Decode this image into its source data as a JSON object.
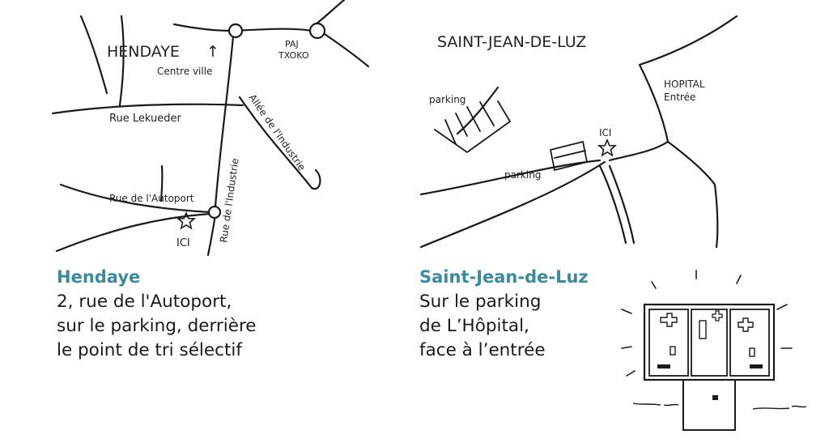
{
  "colors": {
    "accent": "#3a8ba0",
    "ink": "#1a1a1a"
  },
  "hendaye_map": {
    "town": "HENDAYE",
    "arrow": "↑",
    "centre": "Centre ville",
    "paj_1": "PAJ",
    "paj_2": "TXOKO",
    "street_lekueder": "Rue Lekueder",
    "street_allee": "Allée de l'Industrie",
    "street_industrie": "Rue de l'Industrie",
    "street_autoport": "Rue de l'Autoport",
    "here": "ICI"
  },
  "sjdl_map": {
    "town": "SAINT-JEAN-DE-LUZ",
    "parking_top": "parking",
    "parking_bottom": "parking",
    "hopital_1": "HOPITAL",
    "hopital_2": "Entrée",
    "here": "ICI"
  },
  "hendaye_caption": {
    "title": "Hendaye",
    "lines": [
      "2, rue de l'Autoport,",
      "sur le parking, derrière",
      "le point de tri sélectif"
    ]
  },
  "sjdl_caption": {
    "title": "Saint-Jean-de-Luz",
    "lines": [
      "Sur le parking",
      "de L’Hôpital,",
      "face à l’entrée"
    ]
  },
  "icons": {
    "star": "star-icon",
    "truck": "truck-icon"
  }
}
